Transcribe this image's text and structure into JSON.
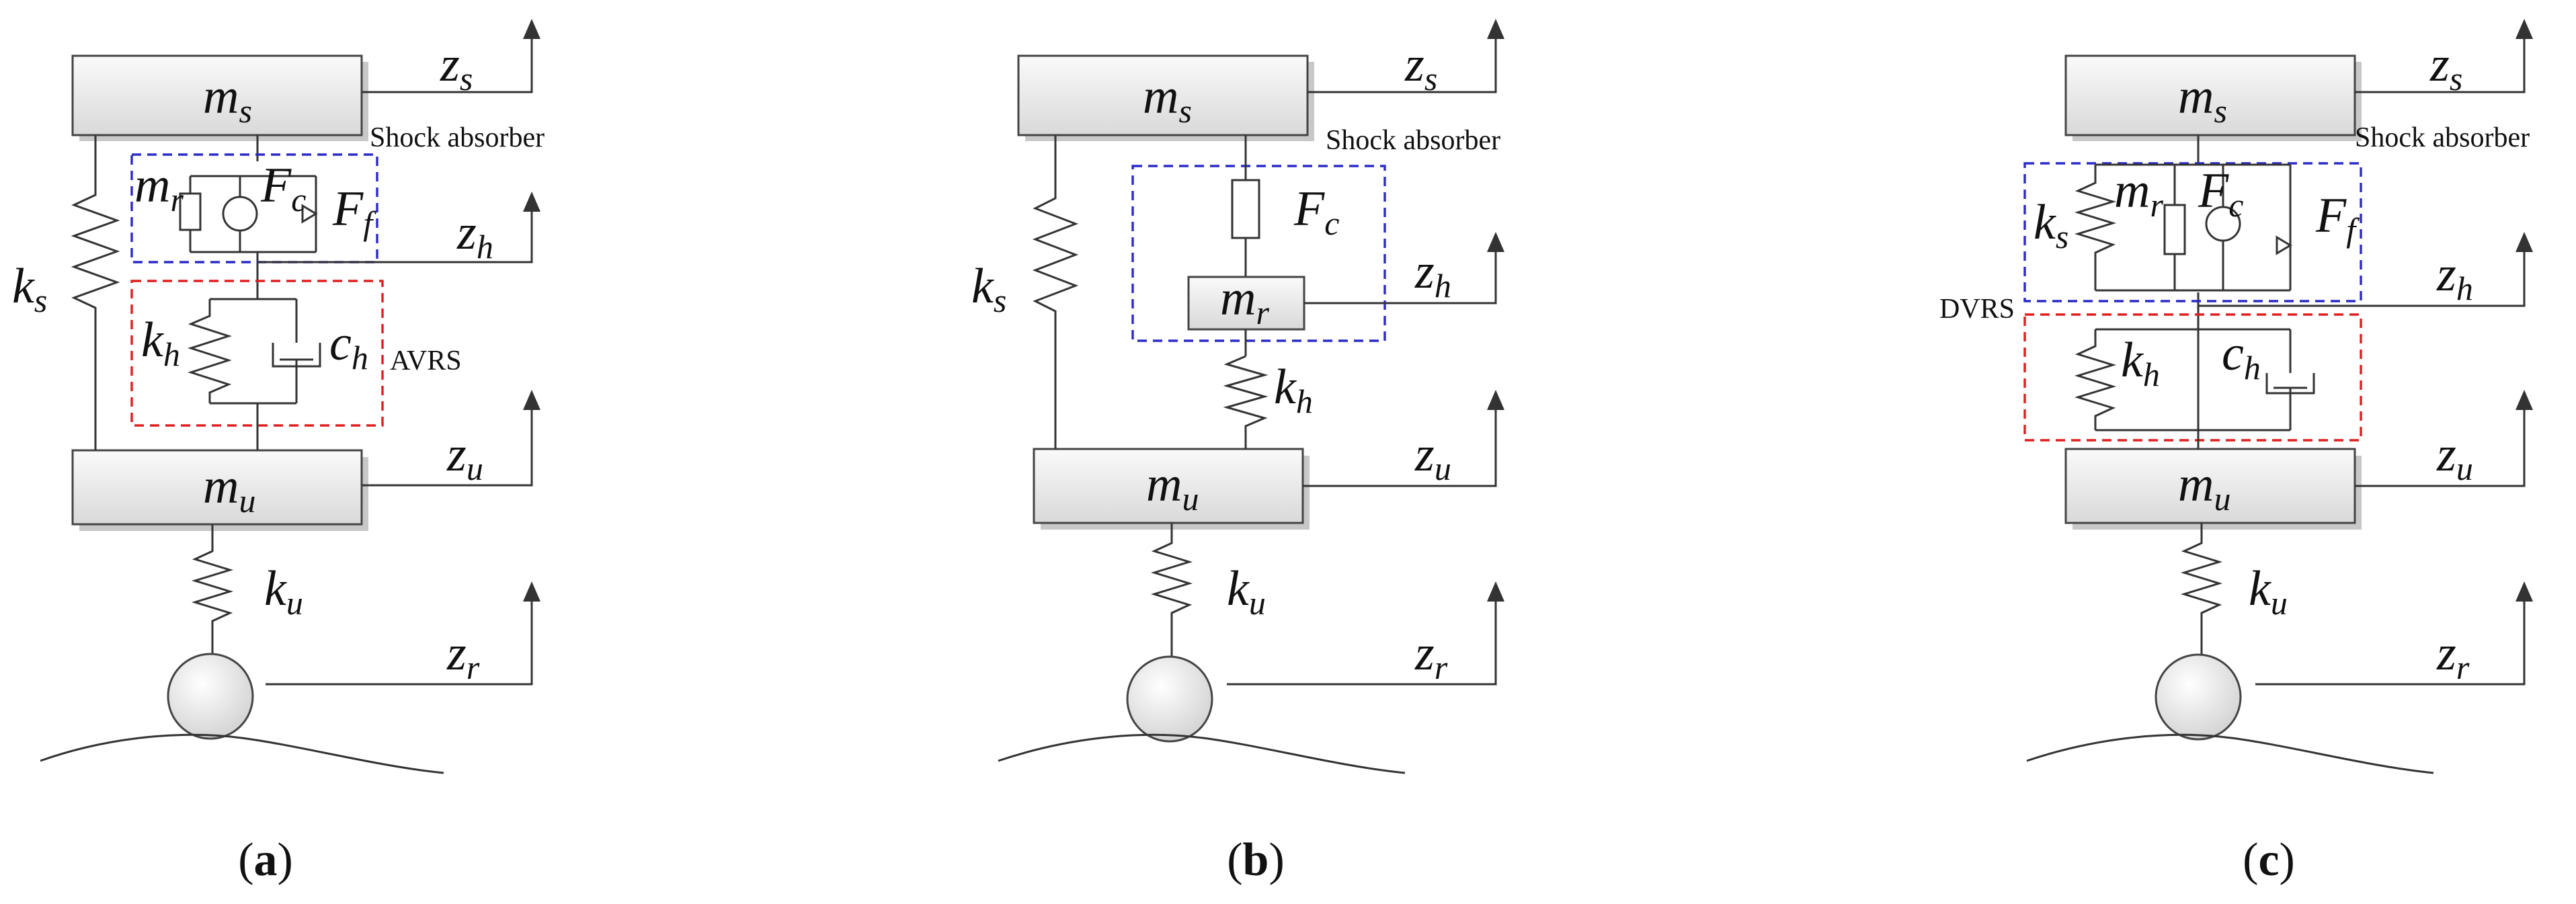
{
  "labels": {
    "ms": {
      "base": "m",
      "sub": "s"
    },
    "mu": {
      "base": "m",
      "sub": "u"
    },
    "mr": {
      "base": "m",
      "sub": "r"
    },
    "Fc": {
      "base": "F",
      "sub": "c"
    },
    "Ff": {
      "base": "F",
      "sub": "f"
    },
    "ks": {
      "base": "k",
      "sub": "s"
    },
    "kh": {
      "base": "k",
      "sub": "h"
    },
    "ku": {
      "base": "k",
      "sub": "u"
    },
    "ch": {
      "base": "c",
      "sub": "h"
    },
    "zs": {
      "base": "z",
      "sub": "s"
    },
    "zh": {
      "base": "z",
      "sub": "h"
    },
    "zu": {
      "base": "z",
      "sub": "u"
    },
    "zr": {
      "base": "z",
      "sub": "r"
    }
  },
  "annotations": {
    "shock_absorber": "Shock absorber",
    "avrs": "AVRS",
    "dvrs": "DVRS"
  },
  "captions": {
    "a": {
      "open": "(",
      "letter": "a",
      "close": ")"
    },
    "b": {
      "open": "(",
      "letter": "b",
      "close": ")"
    },
    "c": {
      "open": "(",
      "letter": "c",
      "close": ")"
    }
  },
  "colors": {
    "inerter_box": "#2a2ac8",
    "spring_damper_box": "#e01e1e",
    "line": "#333333"
  }
}
